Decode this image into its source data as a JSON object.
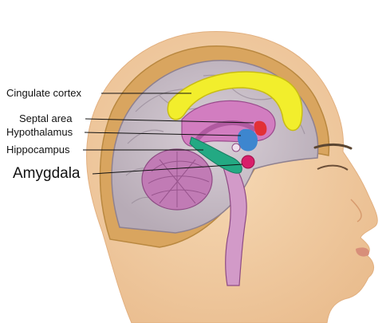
{
  "diagram": {
    "labels": {
      "cingulate": "Cingulate cortex",
      "septal": "Septal area",
      "hypothalamus": "Hypothalamus",
      "hippocampus": "Hippocampus",
      "amygdala": "Amygdala"
    },
    "colors": {
      "skin": "#f2cfa6",
      "skull": "#d9a55f",
      "brain": "#c7bcc6",
      "cingulate": "#f2ee2c",
      "hippocampus": "#23a983",
      "amygdala": "#d81e6a",
      "hypothalamus": "#3d86cf",
      "septal": "#e23036",
      "limbic_pink": "#d27dc0"
    }
  }
}
